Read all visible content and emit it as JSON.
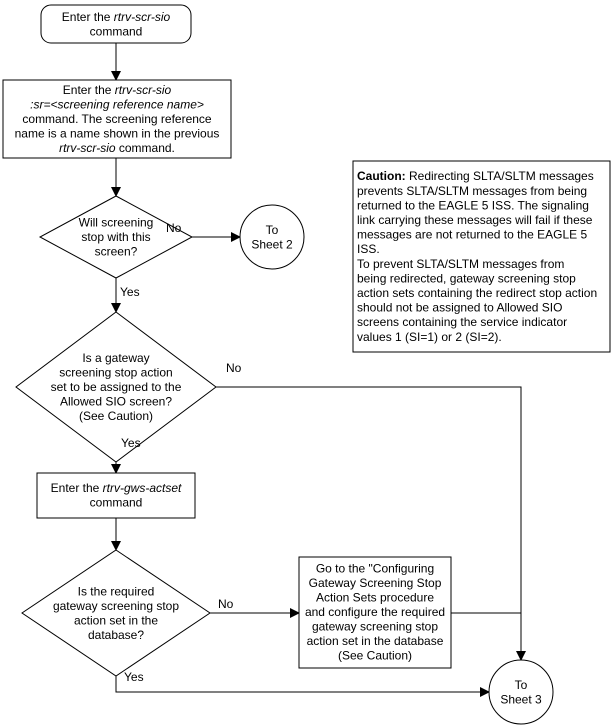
{
  "nodes": {
    "start": [
      [
        {
          "t": "Enter the "
        },
        {
          "t": "rtrv-scr-sio",
          "i": true
        }
      ],
      [
        {
          "t": "command"
        }
      ]
    ],
    "enter_sr": [
      [
        {
          "t": "Enter the "
        },
        {
          "t": "rtrv-scr-sio",
          "i": true
        }
      ],
      [
        {
          "t": ":sr=<screening reference name>",
          "i": true
        }
      ],
      [
        {
          "t": "command. The screening reference"
        }
      ],
      [
        {
          "t": "name is a name shown in the previous"
        }
      ],
      [
        {
          "t": "rtrv-scr-sio",
          "i": true
        },
        {
          "t": " command."
        }
      ]
    ],
    "q_stop": [
      [
        {
          "t": "Will screening"
        }
      ],
      [
        {
          "t": "stop with this"
        }
      ],
      [
        {
          "t": "screen?"
        }
      ]
    ],
    "to_sheet2": [
      [
        {
          "t": "To"
        }
      ],
      [
        {
          "t": "Sheet 2"
        }
      ]
    ],
    "q_assign": [
      [
        {
          "t": "Is a gateway"
        }
      ],
      [
        {
          "t": "screening stop action"
        }
      ],
      [
        {
          "t": "set to be assigned to the"
        }
      ],
      [
        {
          "t": "Allowed SIO screen?"
        }
      ],
      [
        {
          "t": "(See Caution)"
        }
      ]
    ],
    "enter_actset": [
      [
        {
          "t": "Enter the "
        },
        {
          "t": "rtrv-gws-actset",
          "i": true
        }
      ],
      [
        {
          "t": "command"
        }
      ]
    ],
    "q_indb": [
      [
        {
          "t": "Is the required"
        }
      ],
      [
        {
          "t": "gateway screening stop"
        }
      ],
      [
        {
          "t": "action set in the"
        }
      ],
      [
        {
          "t": "database?"
        }
      ]
    ],
    "configure": [
      [
        {
          "t": "Go to the \"Configuring"
        }
      ],
      [
        {
          "t": "Gateway Screening Stop"
        }
      ],
      [
        {
          "t": "Action Sets procedure"
        }
      ],
      [
        {
          "t": "and configure the required"
        }
      ],
      [
        {
          "t": "gateway screening stop"
        }
      ],
      [
        {
          "t": "action set in the database"
        }
      ],
      [
        {
          "t": "(See Caution)"
        }
      ]
    ],
    "to_sheet3": [
      [
        {
          "t": "To"
        }
      ],
      [
        {
          "t": "Sheet 3"
        }
      ]
    ]
  },
  "caution": [
    [
      {
        "t": "Caution:",
        "b": true
      },
      {
        "t": " Redirecting SLTA/SLTM messages"
      }
    ],
    [
      {
        "t": "prevents SLTA/SLTM messages from being"
      }
    ],
    [
      {
        "t": "returned to the EAGLE 5 ISS.  The signaling"
      }
    ],
    [
      {
        "t": "link carrying these messages will fail if these"
      }
    ],
    [
      {
        "t": "messages are not returned to the EAGLE 5"
      }
    ],
    [
      {
        "t": "ISS."
      }
    ],
    [
      {
        "t": "To prevent SLTA/SLTM messages from"
      }
    ],
    [
      {
        "t": "being redirected, gateway screening stop"
      }
    ],
    [
      {
        "t": "action sets containing the redirect stop action"
      }
    ],
    [
      {
        "t": "should not be assigned to Allowed SIO"
      }
    ],
    [
      {
        "t": "screens containing the service indicator"
      }
    ],
    [
      {
        "t": "values 1 (SI=1) or 2 (SI=2)."
      }
    ]
  ],
  "labels": {
    "stop_no": "No",
    "stop_yes": "Yes",
    "assign_no": "No",
    "assign_yes": "Yes",
    "indb_no": "No",
    "indb_yes": "Yes"
  }
}
